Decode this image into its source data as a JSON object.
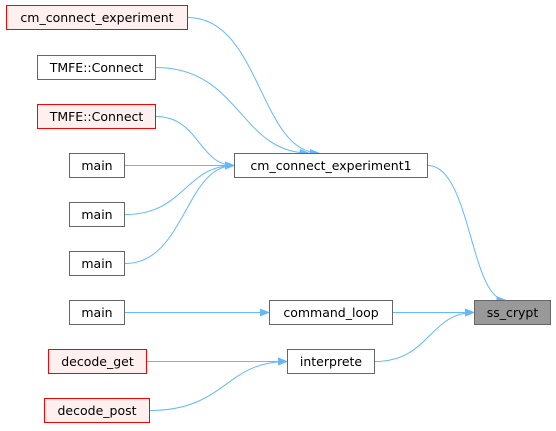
{
  "colors": {
    "edge": "#63b8ff",
    "node_border": "#666666",
    "highlight_border": "#ff0000",
    "highlight_fill": "#fff0f0",
    "current_fill": "#999999"
  },
  "nodes": {
    "n_cm_connect_experiment": {
      "label": "cm_connect_experiment",
      "style": "red"
    },
    "n_tmfe_connect_1": {
      "label": "TMFE::Connect",
      "style": "normal"
    },
    "n_tmfe_connect_2": {
      "label": "TMFE::Connect",
      "style": "red"
    },
    "n_main_1": {
      "label": "main",
      "style": "normal"
    },
    "n_main_2": {
      "label": "main",
      "style": "normal"
    },
    "n_main_3": {
      "label": "main",
      "style": "normal"
    },
    "n_main_4": {
      "label": "main",
      "style": "normal"
    },
    "n_decode_get": {
      "label": "decode_get",
      "style": "red"
    },
    "n_decode_post": {
      "label": "decode_post",
      "style": "red"
    },
    "n_cm_connect_experiment1": {
      "label": "cm_connect_experiment1",
      "style": "normal"
    },
    "n_command_loop": {
      "label": "command_loop",
      "style": "normal"
    },
    "n_interprete": {
      "label": "interprete",
      "style": "normal"
    },
    "n_ss_crypt": {
      "label": "ss_crypt",
      "style": "current"
    }
  },
  "edges": [
    {
      "from": "n_cm_connect_experiment",
      "to": "n_cm_connect_experiment1"
    },
    {
      "from": "n_tmfe_connect_1",
      "to": "n_cm_connect_experiment1"
    },
    {
      "from": "n_tmfe_connect_2",
      "to": "n_cm_connect_experiment1"
    },
    {
      "from": "n_main_1",
      "to": "n_cm_connect_experiment1"
    },
    {
      "from": "n_main_2",
      "to": "n_cm_connect_experiment1"
    },
    {
      "from": "n_main_3",
      "to": "n_cm_connect_experiment1"
    },
    {
      "from": "n_cm_connect_experiment1",
      "to": "n_ss_crypt"
    },
    {
      "from": "n_main_4",
      "to": "n_command_loop"
    },
    {
      "from": "n_command_loop",
      "to": "n_ss_crypt"
    },
    {
      "from": "n_decode_get",
      "to": "n_interprete"
    },
    {
      "from": "n_decode_post",
      "to": "n_interprete"
    },
    {
      "from": "n_interprete",
      "to": "n_ss_crypt"
    }
  ]
}
